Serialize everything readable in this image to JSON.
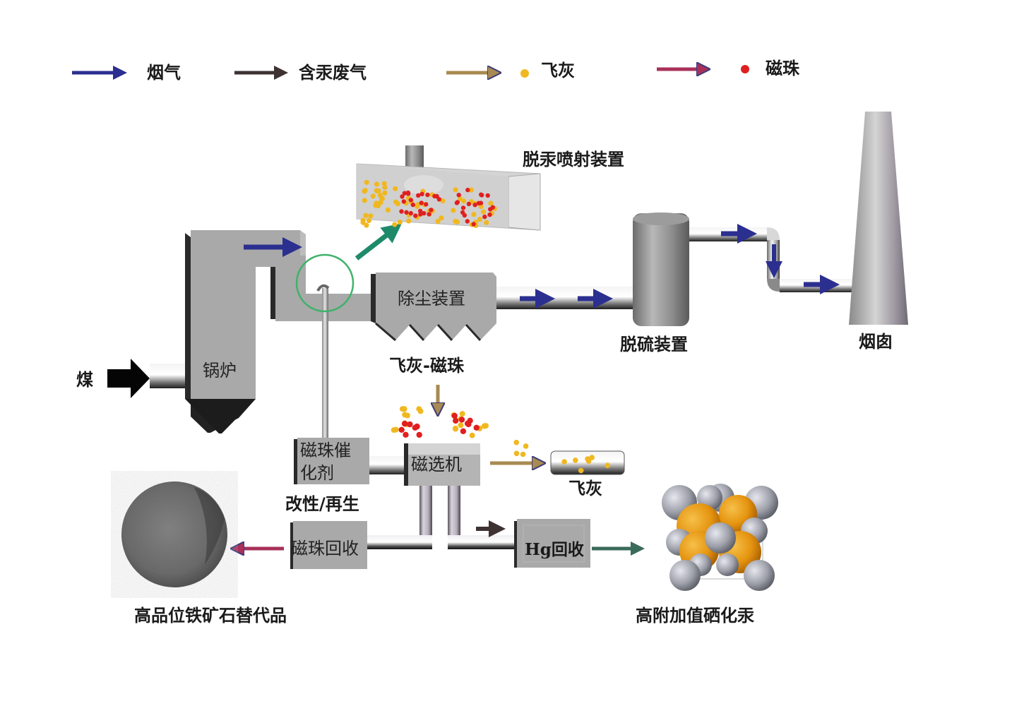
{
  "legend": [
    {
      "key": "flue_gas",
      "label": "烟气",
      "arrow_color": "#2b2f8f",
      "dot_color": null
    },
    {
      "key": "hg_exhaust",
      "label": "含汞废气",
      "arrow_color": "#3e3232",
      "dot_color": null
    },
    {
      "key": "fly_ash",
      "label": "飞灰",
      "arrow_color": "#a88a52",
      "dot_color": "#f0b820"
    },
    {
      "key": "magnetic_bead",
      "label": "磁珠",
      "arrow_color": "#a8305a",
      "dot_color": "#e02020"
    }
  ],
  "colors": {
    "flue_gas": "#2b2f8f",
    "hg_exhaust": "#3e3232",
    "fly_ash_arrow": "#a88a52",
    "bead_arrow": "#a8305a",
    "injection_arrow": "#1f8a6a",
    "fly_ash_dot": "#f0b820",
    "bead_dot": "#e02020",
    "equipment": "#a9a9a9",
    "highlight_circle": "#3fb26a",
    "hgse_orange": "#e5940f",
    "hgse_gray": "#9ea0aa"
  },
  "equipment": {
    "coal": "煤",
    "boiler": "锅炉",
    "injection_device": "脱汞喷射装置",
    "dust_collector": "除尘装置",
    "fly_ash_bead": "飞灰-磁珠",
    "desulfurization": "脱硫装置",
    "chimney": "烟囱",
    "bead_catalyst_line1": "磁珠催",
    "bead_catalyst_line2": "化剂",
    "modify_regenerate": "改性/再生",
    "magnetic_separator": "磁选机",
    "fly_ash_output": "飞灰",
    "bead_recovery": "磁珠回收",
    "hg_recovery": "Hg回收",
    "iron_ore_substitute": "高品位铁矿石替代品",
    "hgse_product": "高附加值硒化汞"
  }
}
